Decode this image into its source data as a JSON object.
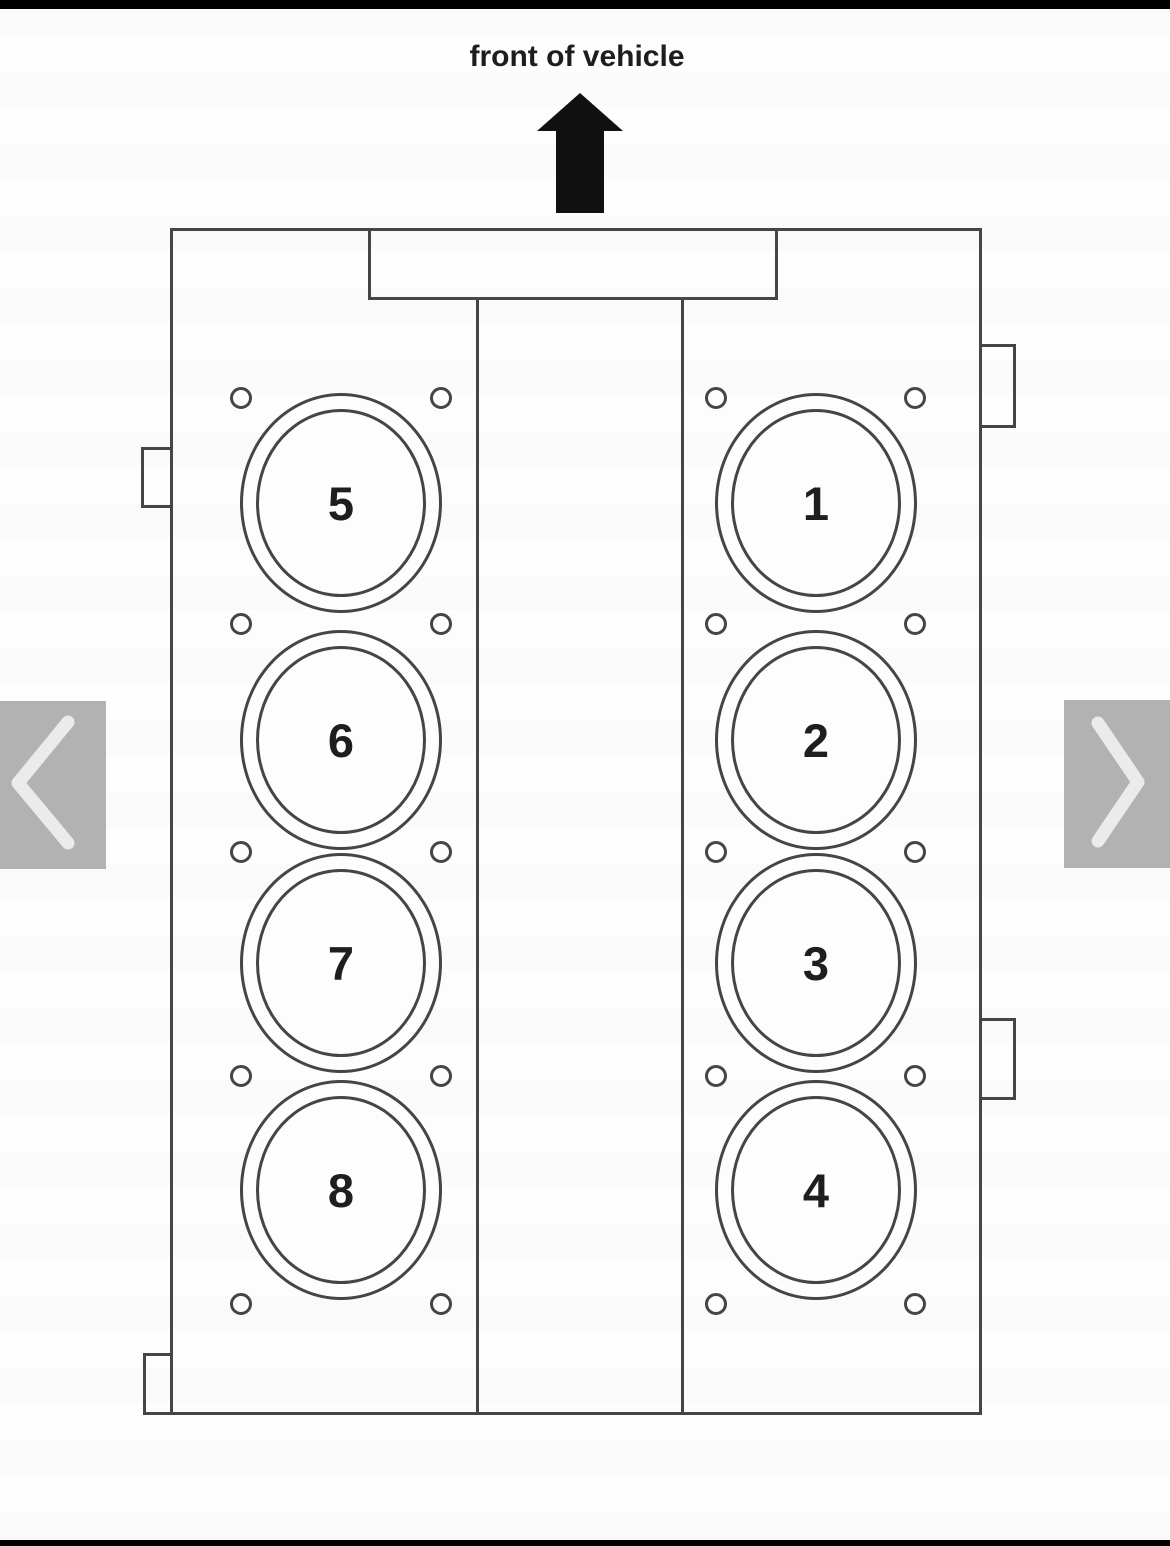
{
  "viewer": {
    "top_bar_color": "#000000",
    "bottom_bar_color": "#000000",
    "prev_button": {
      "icon": "chevron-left",
      "panel_color": "#b2b2b2",
      "glyph_color": "#ebebeb"
    },
    "next_button": {
      "icon": "chevron-right",
      "panel_color": "#b2b2b2",
      "glyph_color": "#ebebeb"
    }
  },
  "diagram": {
    "front_label": "front of vehicle",
    "arrow": {
      "direction": "up",
      "color": "#111111"
    },
    "line_color": "#454545",
    "background_color": "#fdfdfd",
    "left_bank": {
      "cylinders": [
        "5",
        "6",
        "7",
        "8"
      ]
    },
    "right_bank": {
      "cylinders": [
        "1",
        "2",
        "3",
        "4"
      ]
    }
  }
}
